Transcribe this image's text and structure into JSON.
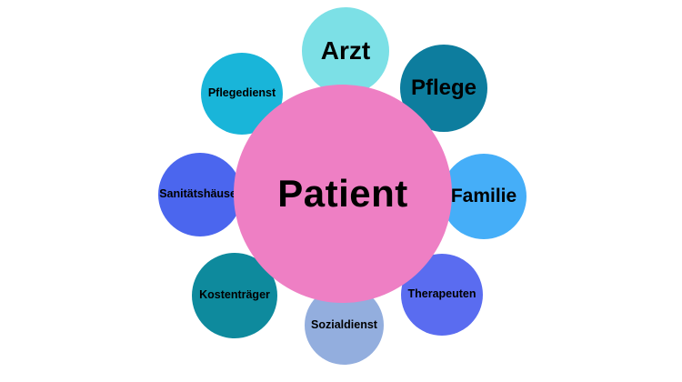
{
  "diagram": {
    "center": {
      "label": "Patient",
      "color": "#ee7fc4"
    },
    "satellites": [
      {
        "id": "arzt",
        "label": "Arzt",
        "color": "#7ce0e6"
      },
      {
        "id": "pflege",
        "label": "Pflege",
        "color": "#0d7d9e"
      },
      {
        "id": "familie",
        "label": "Familie",
        "color": "#45aef8"
      },
      {
        "id": "therapeuten",
        "label": "Therapeuten",
        "color": "#5a6cf0"
      },
      {
        "id": "sozialdienst",
        "label": "Sozialdienst",
        "color": "#93aede"
      },
      {
        "id": "kostentraeger",
        "label": "Kostenträger",
        "color": "#0e8a9d"
      },
      {
        "id": "sanitaetshaeuser",
        "label": "Sanitätshäuser",
        "color": "#4b66ee"
      },
      {
        "id": "pflegedienst",
        "label": "Pflegedienst",
        "color": "#19b5d9"
      }
    ]
  }
}
